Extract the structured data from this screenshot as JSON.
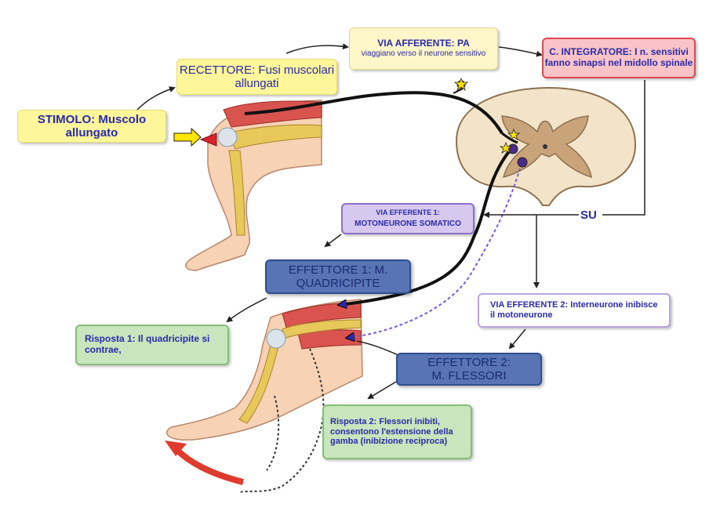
{
  "boxes": {
    "stimolo": "STIMOLO: Muscolo allungato",
    "recettore": "RECETTORE: Fusi muscolari allungati",
    "via_afferente": {
      "line1": "VIA AFFERENTE: PA",
      "line2": "viaggiano verso il neurone sensitivo"
    },
    "integratore": "C. INTEGRATORE: I n. sensitivi fanno sinapsi nel midollo spinale",
    "via_efferente_1": {
      "line1": "VIA EFFERENTE 1:",
      "line2": "MOTONEURONE SOMATICO"
    },
    "effettore_1": "EFFETTORE 1: M. QUADRICIPITE",
    "risposta_1": "Risposta 1: Il quadricipite si contrae,",
    "via_efferente_2": "VIA EFFERENTE 2: Interneurone inibisce il motoneurone",
    "effettore_2": {
      "line1": "EFFETTORE 2:",
      "line2": "M. FLESSORI"
    },
    "risposta_2": "Risposta 2: Flessori inibiti, consentono l'estensione della gamba (inibizione reciproca)"
  },
  "su_label": "SU",
  "colors": {
    "text": "#2a2aa8",
    "stimulus_box": "#fdf69a",
    "integrator_border": "#e04853",
    "efferent_box": "#d6c8ef",
    "effector_box": "#5874b4",
    "response_box": "#c7e6bd",
    "spinal_cord": "#f3e4c9",
    "grey_matter": "#c9a47a",
    "muscle": "#d9534f",
    "bone": "#e8c85a",
    "skin": "#f7d2b4"
  }
}
